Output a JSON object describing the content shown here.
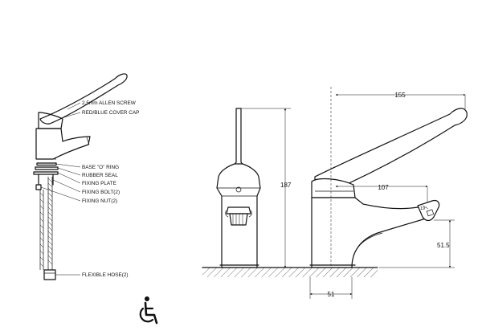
{
  "labels": {
    "allen_screw": "2.5mm ALLEN SCREW",
    "cover_cap": "RED/BLUE COVER CAP",
    "base_o_ring": "BASE \"O\" RING",
    "rubber_seal": "RUBBER SEAL",
    "fixing_plate": "FIXING PLATE",
    "fixing_bolt": "FIXING BOLT(2)",
    "fixing_nut": "FIXING NUT(2)",
    "flexible_hose": "FLEXIBLE HOSE(2)"
  },
  "dimensions": {
    "total_width": "155",
    "height": "187",
    "spout_reach": "107",
    "spout_height": "51.5",
    "base_width": "51",
    "angle": "19°"
  },
  "icons": {
    "accessibility": "wheelchair-icon"
  }
}
